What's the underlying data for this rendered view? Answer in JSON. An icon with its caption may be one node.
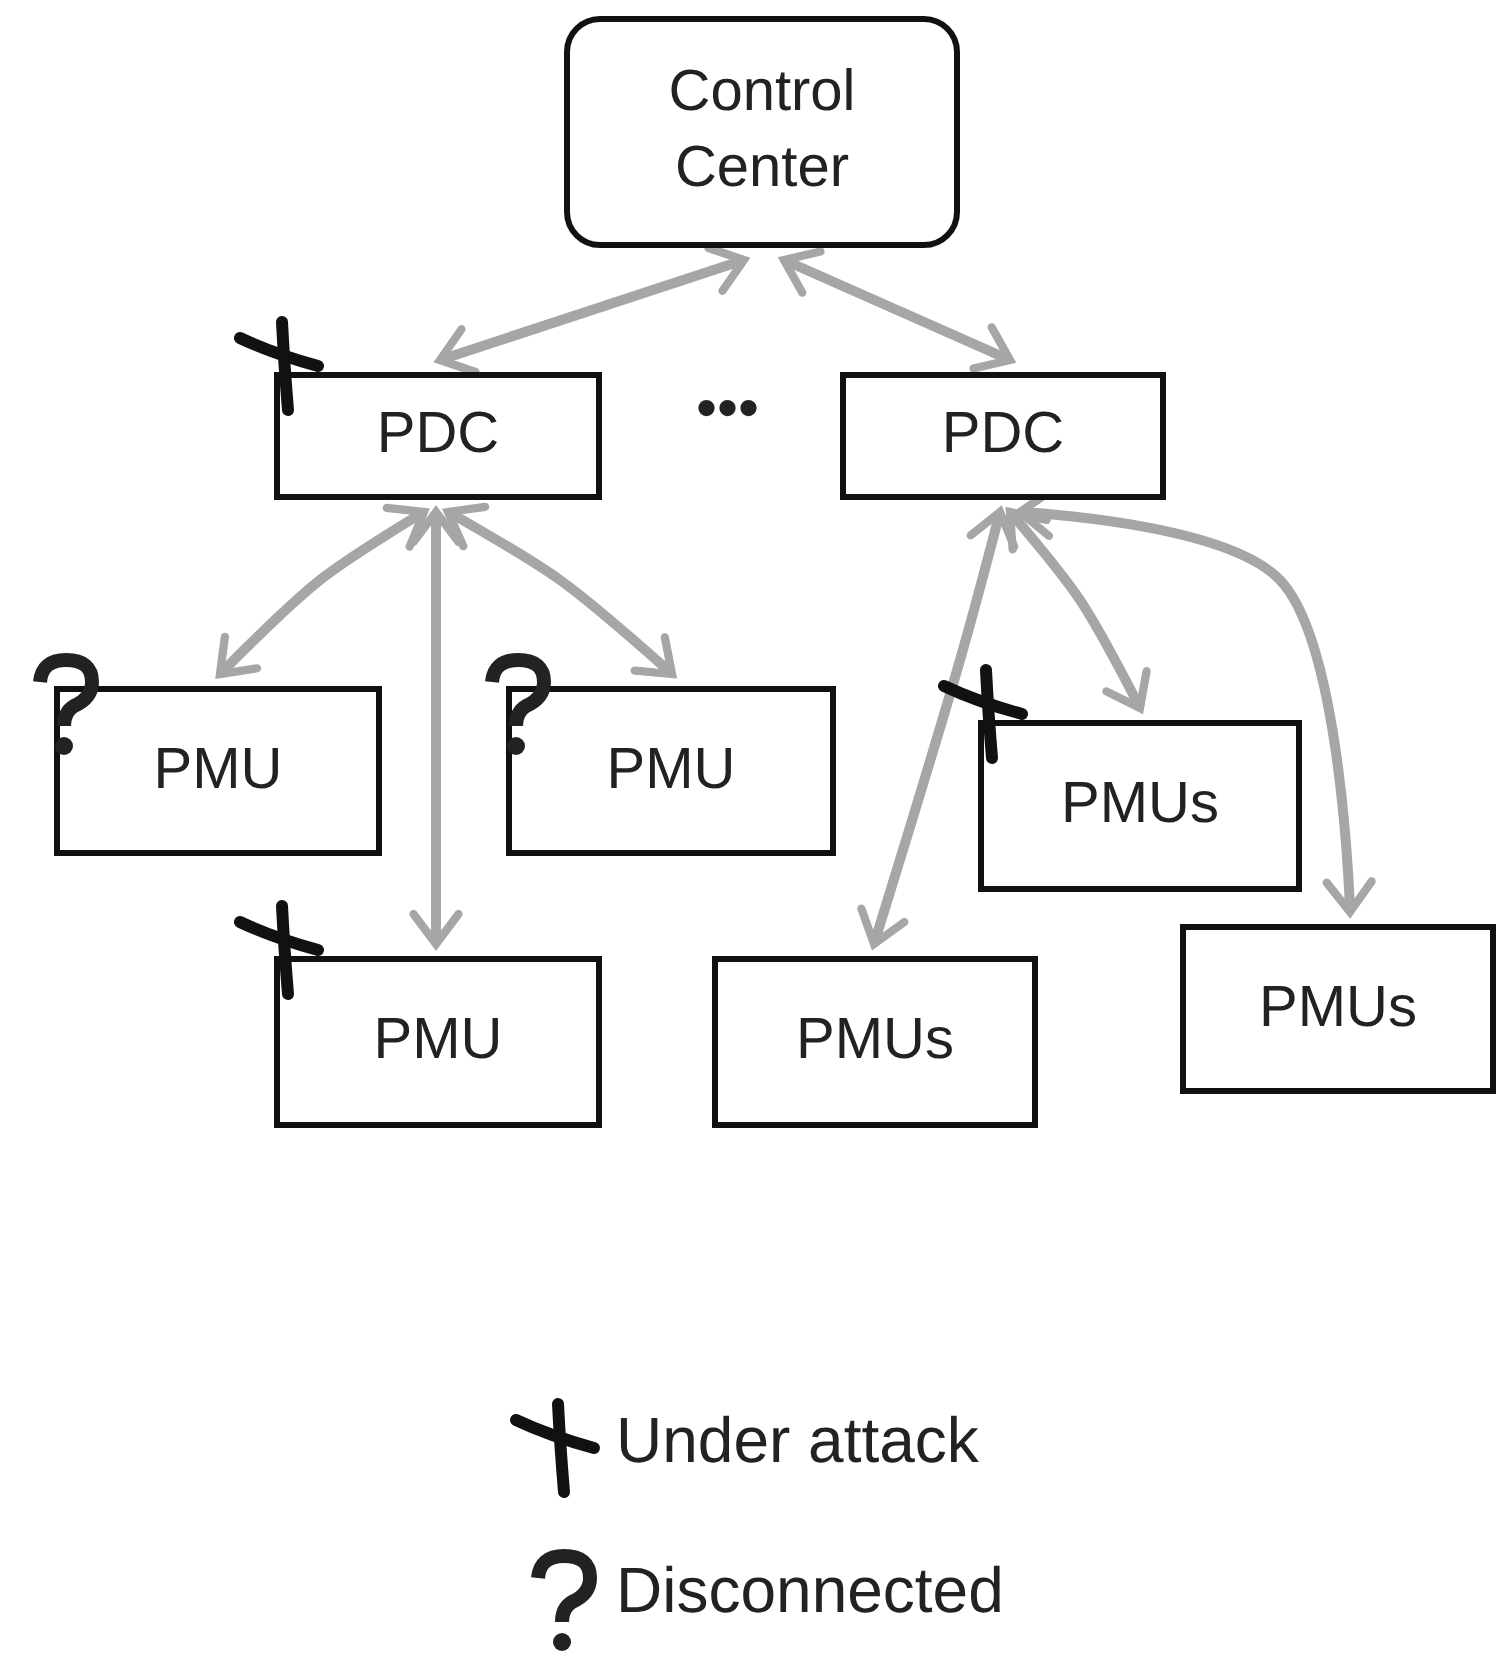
{
  "diagram": {
    "nodes": [
      {
        "text": [
          "Control Center"
        ]
      },
      {
        "text": [
          "PDC"
        ]
      },
      {
        "text": [
          "PDC"
        ]
      },
      {
        "text": [
          "PMU"
        ]
      },
      {
        "text": [
          "PMU"
        ]
      },
      {
        "text": [
          "PMUs"
        ]
      },
      {
        "text": [
          "PMU"
        ]
      },
      {
        "text": [
          "PMUs"
        ]
      },
      {
        "text": [
          "PMUs"
        ]
      }
    ],
    "edges": [
      {
        "from": 0,
        "to": 1,
        "arrow": "both"
      },
      {
        "from": 0,
        "to": 2,
        "arrow": "both"
      },
      {
        "from": 1,
        "to": 3,
        "arrow": "both"
      },
      {
        "from": 1,
        "to": 6,
        "arrow": "both"
      },
      {
        "from": 1,
        "to": 4,
        "arrow": "both"
      },
      {
        "from": 2,
        "to": 7,
        "arrow": "both"
      },
      {
        "from": 2,
        "to": 5,
        "arrow": "both"
      },
      {
        "from": 2,
        "to": 8,
        "arrow": "both"
      }
    ],
    "labels": [
      "•••"
    ],
    "legend": [
      {
        "text": "Under attack"
      },
      {
        "text": "Disconnected"
      }
    ]
  }
}
